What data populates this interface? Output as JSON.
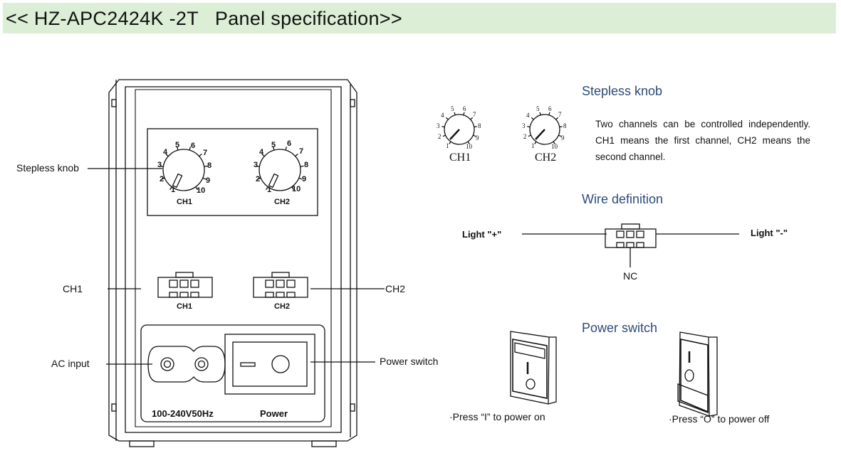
{
  "title": "<< HZ-APC2424K -2T   Panel specification>>",
  "panel": {
    "callouts": {
      "stepless_knob": "Stepless knob",
      "ch1": "CH1",
      "ch2": "CH2",
      "ac_input": "AC input",
      "power_switch": "Power switch"
    },
    "knob_numbers": [
      "1",
      "2",
      "3",
      "4",
      "5",
      "6",
      "7",
      "8",
      "9",
      "10"
    ],
    "knob_labels": [
      "CH1",
      "CH2"
    ],
    "connector_labels": [
      "CH1",
      "CH2"
    ],
    "voltage_label": "100-240V50Hz",
    "power_label": "Power"
  },
  "stepless_section": {
    "heading": "Stepless knob",
    "knob_labels": [
      "CH1",
      "CH2"
    ],
    "knob_numbers": [
      "1",
      "2",
      "3",
      "4",
      "5",
      "6",
      "7",
      "8",
      "9",
      "10"
    ],
    "description": "Two channels can be controlled independently. CH1 means the first channel, CH2 means the second channel."
  },
  "wire_section": {
    "heading": "Wire definition",
    "left_label": "Light \"+\"",
    "right_label": "Light \"-\"",
    "bottom_label": "NC"
  },
  "power_section": {
    "heading": "Power switch",
    "on_caption": "·Press “I” to power on",
    "off_caption": "·Press “O” to power off"
  },
  "colors": {
    "title_bg": "#dcefd6",
    "heading": "#2e4b78",
    "line": "#111111"
  }
}
